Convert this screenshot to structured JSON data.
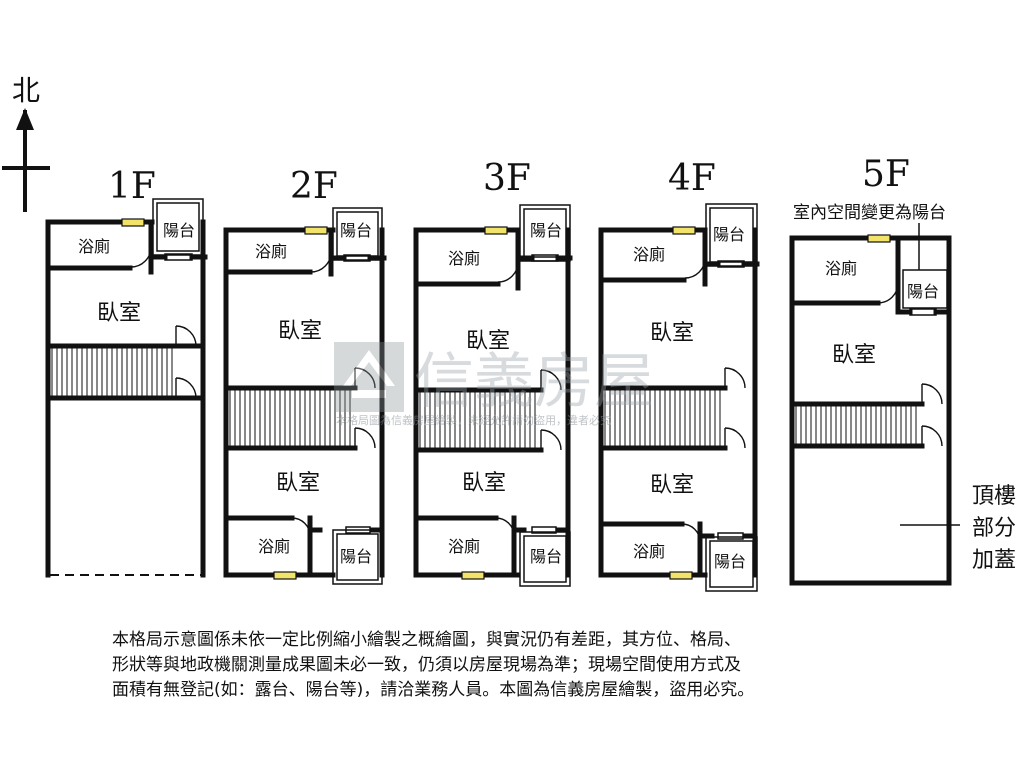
{
  "compass": {
    "north_label": "北"
  },
  "floors": [
    {
      "level": "1F",
      "rooms": {
        "bath": "浴廁",
        "balcony": "陽台",
        "bedroom_front": "臥室"
      }
    },
    {
      "level": "2F",
      "rooms": {
        "bath_top": "浴廁",
        "balcony_top": "陽台",
        "bedroom_front": "臥室",
        "bedroom_rear": "臥室",
        "bath_bottom": "浴廁",
        "balcony_bottom": "陽台"
      }
    },
    {
      "level": "3F",
      "rooms": {
        "bath_top": "浴廁",
        "balcony_top": "陽台",
        "bedroom_front": "臥室",
        "bedroom_rear": "臥室",
        "bath_bottom": "浴廁",
        "balcony_bottom": "陽台"
      }
    },
    {
      "level": "4F",
      "rooms": {
        "bath_top": "浴廁",
        "balcony_top": "陽台",
        "bedroom_front": "臥室",
        "bedroom_rear": "臥室",
        "bath_bottom": "浴廁",
        "balcony_bottom": "陽台"
      }
    },
    {
      "level": "5F",
      "rooms": {
        "bath": "浴廁",
        "balcony": "陽台",
        "bedroom_front": "臥室"
      },
      "note_top": "室內空間變更為陽台",
      "note_side": [
        "頂樓",
        "部分",
        "加蓋"
      ]
    }
  ],
  "watermark": {
    "brand": "信義房屋",
    "notice": "本格局圖為信義房屋繪製，未經允許請勿盜用，違者必究"
  },
  "disclaimer": [
    "本格局示意圖係未依一定比例縮小繪製之概繪圖，與實況仍有差距，其方位、格局、",
    "形狀等與地政機關測量成果圖未必一致，仍須以房屋現場為準；現場空間使用方式及",
    "面積有無登記(如：露台、陽台等)，請洽業務人員。本圖為信義房屋繪製，盜用必究。"
  ]
}
